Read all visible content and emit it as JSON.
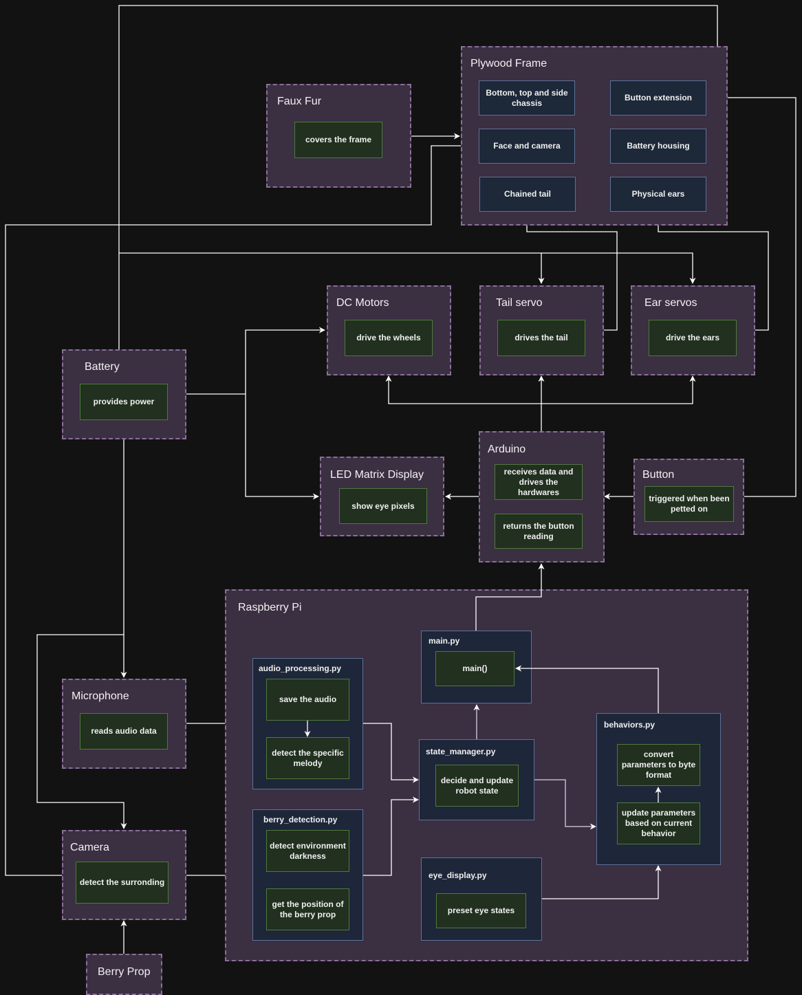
{
  "colors": {
    "background": "#121212",
    "group_fill": "#3b2f42",
    "group_border": "#8c6f99",
    "module_fill": "#1e2639",
    "module_border": "#5e7299",
    "task_fill": "#21301f",
    "task_border": "#4f7a3d",
    "connector": "#ffffff"
  },
  "groups": {
    "plywood": {
      "title": "Plywood Frame",
      "parts": [
        "Bottom, top and side chassis",
        "Button extension",
        "Face and camera",
        "Battery housing",
        "Chained tail",
        "Physical ears"
      ]
    },
    "faux_fur": {
      "title": "Faux Fur",
      "task": "covers the frame"
    },
    "dc_motors": {
      "title": "DC Motors",
      "task": "drive the wheels"
    },
    "tail_servo": {
      "title": "Tail servo",
      "task": "drives the tail"
    },
    "ear_servos": {
      "title": "Ear servos",
      "task": "drive the ears"
    },
    "battery": {
      "title": "Battery",
      "task": "provides power"
    },
    "led_matrix": {
      "title": "LED Matrix Display",
      "task": "show eye pixels"
    },
    "arduino": {
      "title": "Arduino",
      "tasks": [
        "receives data and drives the hardwares",
        "returns the button reading"
      ]
    },
    "button": {
      "title": "Button",
      "task": "triggered when been petted on"
    },
    "microphone": {
      "title": "Microphone",
      "task": "reads audio data"
    },
    "camera": {
      "title": "Camera",
      "task": "detect the surronding"
    },
    "berry_prop": {
      "title": "Berry Prop"
    },
    "raspberry_pi": {
      "title": "Raspberry Pi",
      "modules": {
        "audio": {
          "title": "audio_processing.py",
          "tasks": [
            "save the audio",
            "detect the specific melody"
          ]
        },
        "berry": {
          "title": "berry_detection.py",
          "tasks": [
            "detect environment darkness",
            "get the position of the berry prop"
          ]
        },
        "main": {
          "title": "main.py",
          "tasks": [
            "main()"
          ]
        },
        "state": {
          "title": "state_manager.py",
          "tasks": [
            "decide and update robot state"
          ]
        },
        "behaviors": {
          "title": "behaviors.py",
          "tasks": [
            "convert parameters to byte format",
            "update parameters based on current behavior"
          ]
        },
        "eye": {
          "title": "eye_display.py",
          "tasks": [
            "preset eye states"
          ]
        }
      }
    }
  },
  "connections": [
    {
      "from": "Faux Fur",
      "to": "Plywood Frame"
    },
    {
      "from": "Camera",
      "to": "Face and camera"
    },
    {
      "from": "Battery",
      "to": "Battery housing"
    },
    {
      "from": "Battery",
      "to": "Tail servo"
    },
    {
      "from": "Battery",
      "to": "Ear servos"
    },
    {
      "from": "Battery",
      "to": "DC Motors"
    },
    {
      "from": "Battery",
      "to": "LED Matrix Display"
    },
    {
      "from": "Battery",
      "to": "Microphone"
    },
    {
      "from": "Battery",
      "to": "Camera"
    },
    {
      "from": "Tail servo",
      "to": "Chained tail"
    },
    {
      "from": "Ear servos",
      "to": "Physical ears"
    },
    {
      "from": "Arduino",
      "to": "DC Motors"
    },
    {
      "from": "Arduino",
      "to": "Tail servo"
    },
    {
      "from": "Arduino",
      "to": "Ear servos"
    },
    {
      "from": "Arduino",
      "to": "LED Matrix Display"
    },
    {
      "from": "Button",
      "to": "Arduino"
    },
    {
      "from": "Button",
      "to": "Button extension"
    },
    {
      "from": "main.py",
      "to": "Arduino"
    },
    {
      "from": "Microphone",
      "to": "audio_processing.py"
    },
    {
      "from": "Camera",
      "to": "berry_detection.py"
    },
    {
      "from": "Berry Prop",
      "to": "Camera"
    },
    {
      "from": "save the audio",
      "to": "detect the specific melody"
    },
    {
      "from": "audio_processing.py",
      "to": "state_manager.py"
    },
    {
      "from": "berry_detection.py",
      "to": "state_manager.py"
    },
    {
      "from": "state_manager.py",
      "to": "main.py"
    },
    {
      "from": "state_manager.py",
      "to": "behaviors.py"
    },
    {
      "from": "behaviors.py",
      "to": "main()"
    },
    {
      "from": "update parameters based on current behavior",
      "to": "convert parameters to byte format"
    },
    {
      "from": "eye_display.py",
      "to": "behaviors.py"
    }
  ]
}
